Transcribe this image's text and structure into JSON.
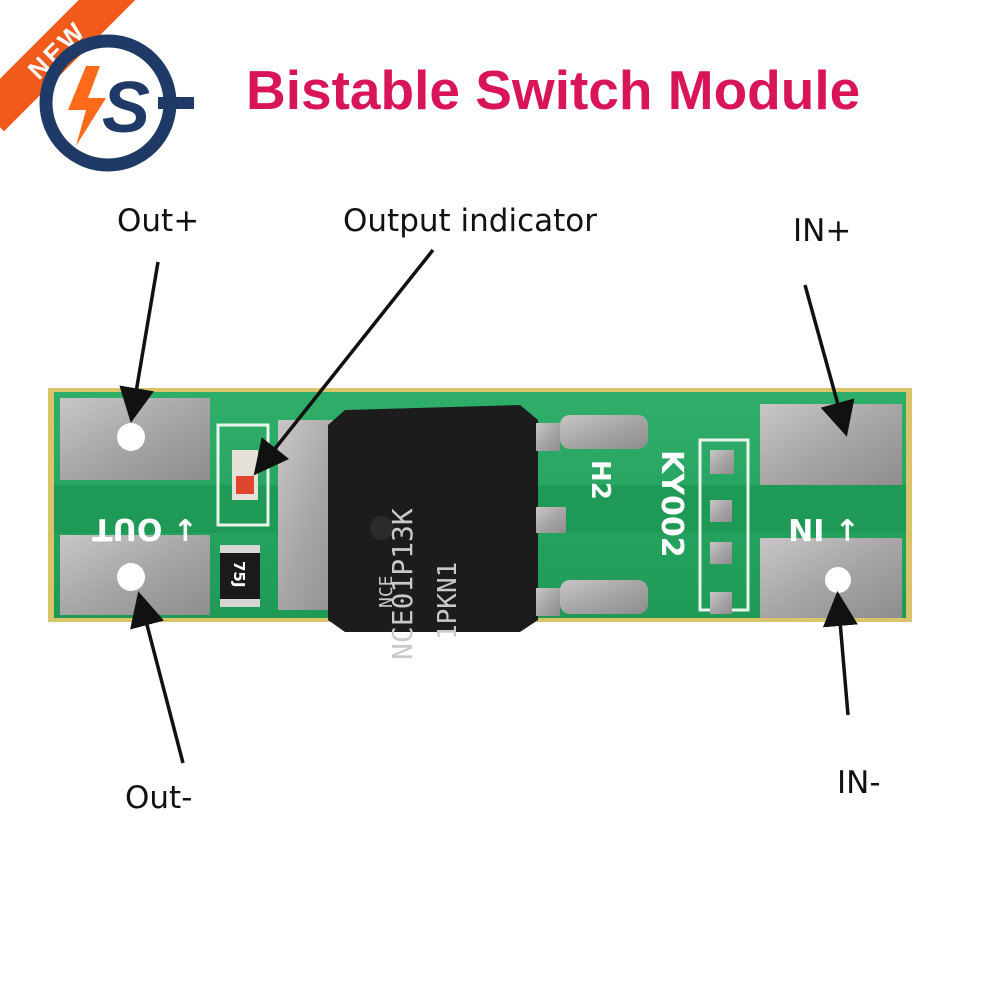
{
  "banner": {
    "badge": "NEW",
    "logo_text": "S",
    "title": "Bistable Switch Module"
  },
  "labels": {
    "out_plus": "Out+",
    "output_indicator": "Output indicator",
    "in_plus": "IN+",
    "out_minus": "Out-",
    "in_minus": "IN-"
  },
  "board": {
    "silk_out": "↓ OUT",
    "silk_in": "↓ IN",
    "chip_brand": "NCE",
    "chip_part": "NCE01P13K",
    "chip_lot": "1PKN1",
    "model_code": "KY002",
    "model_sub": "H2",
    "resistor_code": "75J"
  }
}
